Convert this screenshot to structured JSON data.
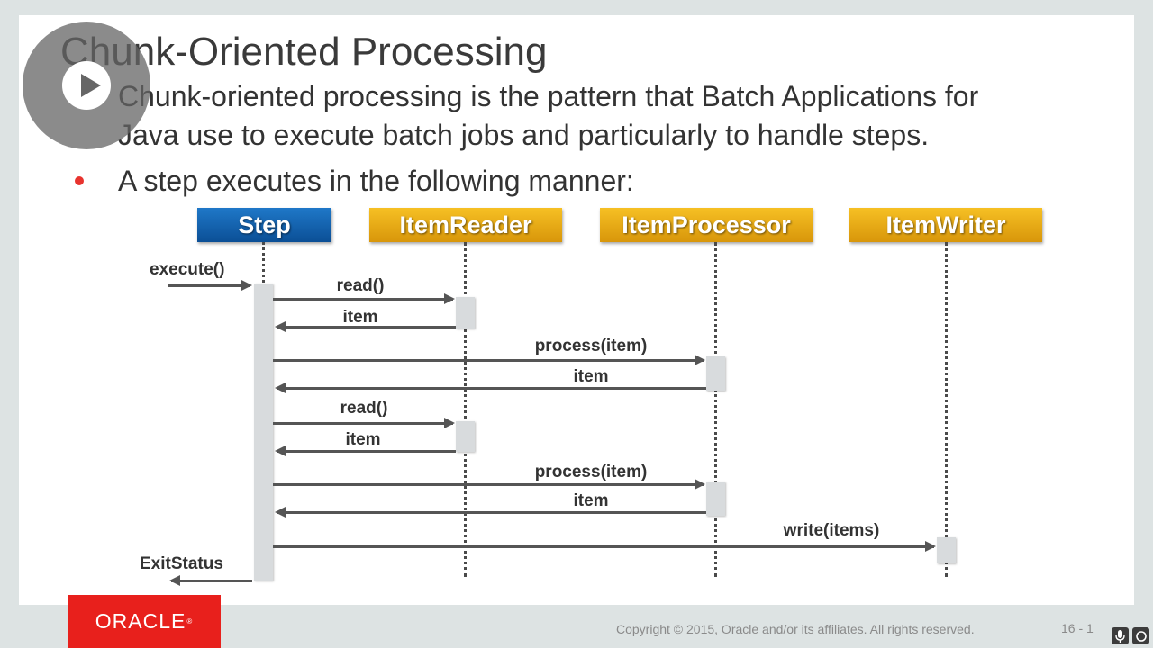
{
  "slide": {
    "title": "Chunk-Oriented Processing",
    "bullets": [
      {
        "line1": "Chunk-oriented processing is the pattern that Batch Applications for",
        "line2": "Java use to execute batch jobs and particularly to handle steps."
      },
      {
        "line1": "A step executes in the following manner:"
      }
    ]
  },
  "diagram": {
    "participants": [
      "Step",
      "ItemReader",
      "ItemProcessor",
      "ItemWriter"
    ],
    "participant_colors": {
      "Step": "#0b5eab",
      "ItemReader": "#e8a90f",
      "ItemProcessor": "#e8a90f",
      "ItemWriter": "#e8a90f"
    },
    "messages": [
      {
        "label": "execute()",
        "from": "external",
        "to": "Step"
      },
      {
        "label": "read()",
        "from": "Step",
        "to": "ItemReader"
      },
      {
        "label": "item",
        "from": "ItemReader",
        "to": "Step"
      },
      {
        "label": "process(item)",
        "from": "Step",
        "to": "ItemProcessor"
      },
      {
        "label": "item",
        "from": "ItemProcessor",
        "to": "Step"
      },
      {
        "label": "read()",
        "from": "Step",
        "to": "ItemReader"
      },
      {
        "label": "item",
        "from": "ItemReader",
        "to": "Step"
      },
      {
        "label": "process(item)",
        "from": "Step",
        "to": "ItemProcessor"
      },
      {
        "label": "item",
        "from": "ItemProcessor",
        "to": "Step"
      },
      {
        "label": "write(items)",
        "from": "Step",
        "to": "ItemWriter"
      },
      {
        "label": "ExitStatus",
        "from": "Step",
        "to": "external"
      }
    ]
  },
  "footer": {
    "logo_text": "ORACLE",
    "logo_mark": "®",
    "copyright": "Copyright © 2015, Oracle and/or its affiliates. All rights reserved.",
    "page_number": "16 - 1"
  },
  "player": {
    "play_icon": "play-icon",
    "mic_icon": "microphone-icon",
    "settings_icon": "circle-settings-icon"
  },
  "colors": {
    "bullet": "#e8332e",
    "oracle_red": "#e8201c",
    "arrow": "#555555"
  }
}
